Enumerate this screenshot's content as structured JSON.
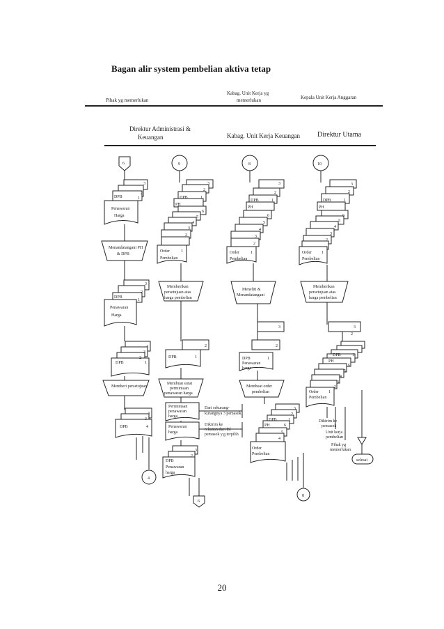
{
  "page": {
    "title": "Bagan alir system pembelian aktiva tetap",
    "page_number": "20"
  },
  "top_headers": [
    "Pihak yg memerlukan",
    "Kabag. Unit Kerja yg",
    "memerlukan",
    "Kepala Unit Kerja Anggaran"
  ],
  "lanes": [
    "Direktur Administrasi &",
    "Keuangan",
    "Kabag. Unit Kerja Keuangan",
    "Direktur Utama"
  ],
  "connectors": [
    "6",
    "9",
    "8",
    "10",
    "4",
    "6",
    "8"
  ],
  "doc_labels": {
    "dpb": "DPB",
    "ph": "PH",
    "penawaran": "Penawaran",
    "harga": "Harga",
    "penawaran_harga": "Penawaran harga",
    "order": "Order",
    "pembelian": "Pembelian",
    "permintaan": "Permintaan",
    "penawaran2": "penawaran",
    "harga2": "harga"
  },
  "numbers": [
    "1",
    "2",
    "3",
    "4",
    "5",
    "6"
  ],
  "processes": {
    "p1a": "Menandatangani PH",
    "p1b": "& DPB",
    "p2a": "Memberi persetujuan",
    "p3a": "Membuat surat",
    "p3b": "permintaan",
    "p3c": "penawaran harga",
    "p4a": "Memberikan",
    "p4b": "persetujuan atas",
    "p4c": "harga pembelian",
    "p5a": "Meneliti &",
    "p5b": "Menandatangani",
    "p6a": "Membuat order",
    "p6b": "pembelian",
    "p7a": "Memberikan",
    "p7b": "persetujuan atas",
    "p7c": "harga pembelian"
  },
  "annotations": {
    "a1a": "Dari sekurang-",
    "a1b": "kurangnya 3 pemasok",
    "a2a": "Dikirim ke",
    "a2b": "rekanan/dari tbl",
    "a2c": "pemasok y.g terpilih",
    "d1a": "Dikirim ke",
    "d1b": "pemasok",
    "d2a": "Unit kerja",
    "d2b": "pembelian",
    "d3a": "Pihak yg",
    "d3b": "memerlukan",
    "end": "selesai"
  }
}
